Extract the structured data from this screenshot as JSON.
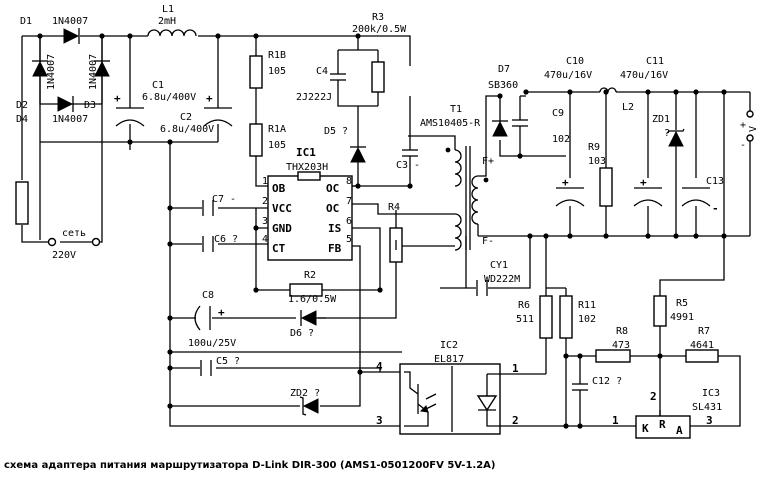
{
  "caption": "схема адаптера питания маршрутизатора D-Link DIR-300 (AMS1-0501200FV 5V-1.2A)",
  "labels": {
    "D1": "D1",
    "D1v": "1N4007",
    "D2": "D2",
    "D3": "D3",
    "D2v": "1N4007",
    "D3v": "1N4007",
    "D4": "D4",
    "D4v": "1N4007",
    "L1": "L1",
    "L1v": "2mH",
    "C1": "C1",
    "C1v": "6.8u/400V",
    "C2": "C2",
    "C2v": "6.8u/400V",
    "R1B": "R1B",
    "R1Bv": "105",
    "R1A": "R1A",
    "R1Av": "105",
    "R3": "R3",
    "R3v": "200k/0.5W",
    "C4": "C4",
    "C4v": "2J222J",
    "D5": "D5 ?",
    "C3": "C3 -",
    "IC1": "IC1",
    "IC1v": "THX203H",
    "pinOB": "OB",
    "pinVCC": "VCC",
    "pinGND": "GND",
    "pinCT": "CT",
    "pinOC1": "OC",
    "pinOC2": "OC",
    "pinIS": "IS",
    "pinFB": "FB",
    "p1": "1",
    "p2": "2",
    "p3": "3",
    "p4": "4",
    "p5": "5",
    "p6": "6",
    "p7": "7",
    "p8": "8",
    "C7": "C7 -",
    "C6": "C6 ?",
    "R2": "R2",
    "R2v": "1.6/0.5W",
    "R4": "R4",
    "C8": "C8",
    "C8v": "100u/25V",
    "D6": "D6 ?",
    "C5": "C5 ?",
    "ZD2": "ZD2 ?",
    "T1": "T1",
    "T1v": "AMS10405-R",
    "Fplus": "F+",
    "Fminus": "F-",
    "D7": "D7",
    "D7v": "SB360",
    "C9": "C9",
    "C9v": "102",
    "R9": "R9",
    "R9v": "103",
    "C10": "C10",
    "C10v": "470u/16V",
    "C11": "C11",
    "C11v": "470u/16V",
    "L2": "L2",
    "ZD1": "ZD1",
    "ZD1q": "?",
    "C13": "C13",
    "outPlus": "+",
    "outMinus": "-",
    "outV": "V",
    "CY1": "CY1",
    "CY1v": "WD222M",
    "R6": "R6",
    "R6v": "511",
    "R11": "R11",
    "R11v": "102",
    "R5": "R5",
    "R5v": "4991",
    "R8": "R8",
    "R8v": "473",
    "R7": "R7",
    "R7v": "4641",
    "C12": "C12 ?",
    "IC2": "IC2",
    "IC2v": "EL817",
    "ic2p1": "1",
    "ic2p2": "2",
    "ic2p3": "3",
    "ic2p4": "4",
    "IC3": "IC3",
    "IC3v": "SL431",
    "ic3p1": "1",
    "ic3p2": "2",
    "ic3p3": "3",
    "ic3K": "K",
    "ic3R": "R",
    "ic3A": "A",
    "mains": "сеть",
    "mainsV": "220V"
  }
}
